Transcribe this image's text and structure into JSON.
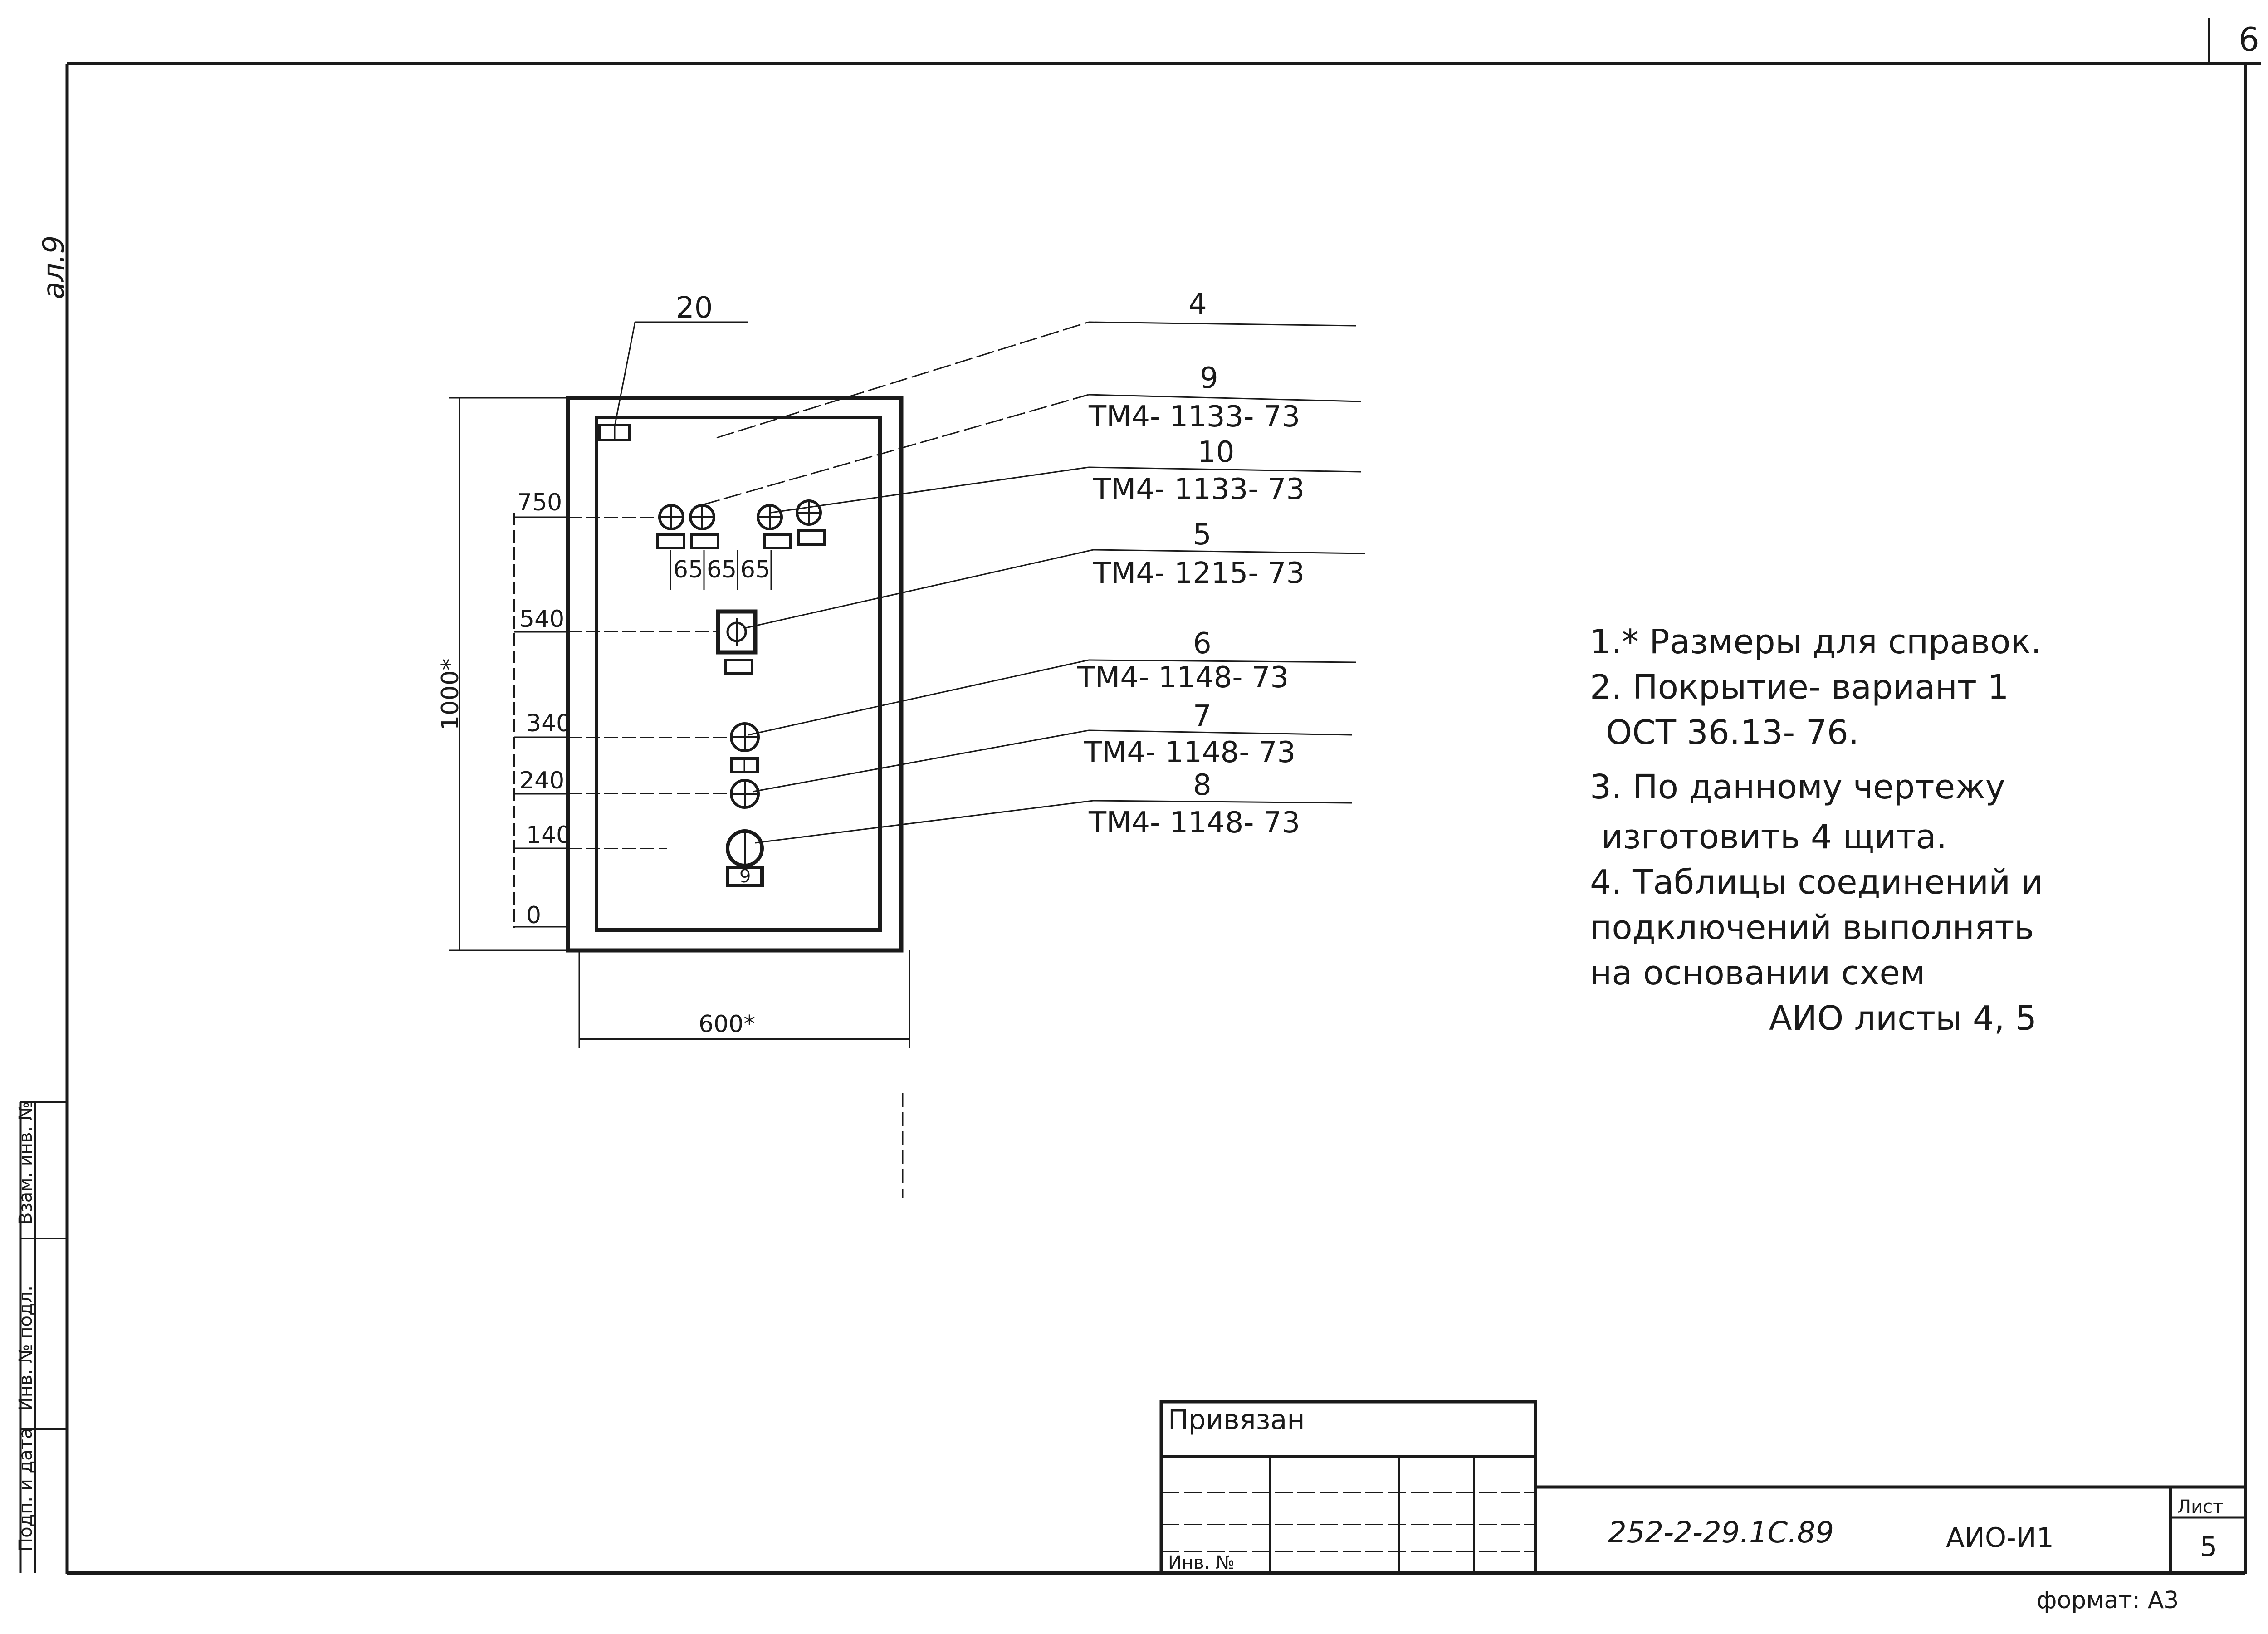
{
  "sheet": {
    "corner_number": "6",
    "side_code": "ал.9",
    "format_label": "формат: А3"
  },
  "panel": {
    "width_dim": "600*",
    "height_dim": "1000*",
    "levels": [
      "750",
      "540",
      "340",
      "240",
      "140",
      "0"
    ],
    "spacing": [
      "65",
      "65",
      "65"
    ],
    "device_codes": {
      "sign_plate": "4",
      "sw_mid": "5",
      "lamp_a": "6",
      "lamp_b": "7",
      "sw_low": "8",
      "sw_low_plate": "9"
    }
  },
  "callouts": [
    {
      "pos": "20",
      "doc": ""
    },
    {
      "pos": "4",
      "doc": ""
    },
    {
      "pos": "9",
      "doc": "ТМ4- 1133- 73"
    },
    {
      "pos": "10",
      "doc": "ТМ4- 1133- 73"
    },
    {
      "pos": "5",
      "doc": "ТМ4- 1215- 73"
    },
    {
      "pos": "6",
      "doc": "ТМ4- 1148- 73"
    },
    {
      "pos": "7",
      "doc": "ТМ4- 1148- 73"
    },
    {
      "pos": "8",
      "doc": "ТМ4- 1148- 73"
    }
  ],
  "notes": [
    "1.* Размеры для справок.",
    "2. Покрытие- вариант 1",
    "ОСТ 36.13- 76.",
    "3. По данному чертежу",
    "изготовить 4 щита.",
    "4. Таблицы соединений и",
    "подключений выполнять",
    "на основании схем",
    "АИО листы 4, 5"
  ],
  "stamp": {
    "bound_label": "Привязан",
    "inv_label": "Инв. №",
    "doc_code": "252-2-29.1С.89",
    "drawing_code": "АИО-И1",
    "sheet_label": "Лист",
    "sheet_number": "5"
  },
  "left_strip": {
    "labels": [
      "Подп. и дата",
      "Инв. № подл.",
      "Взам. инв. №"
    ]
  }
}
